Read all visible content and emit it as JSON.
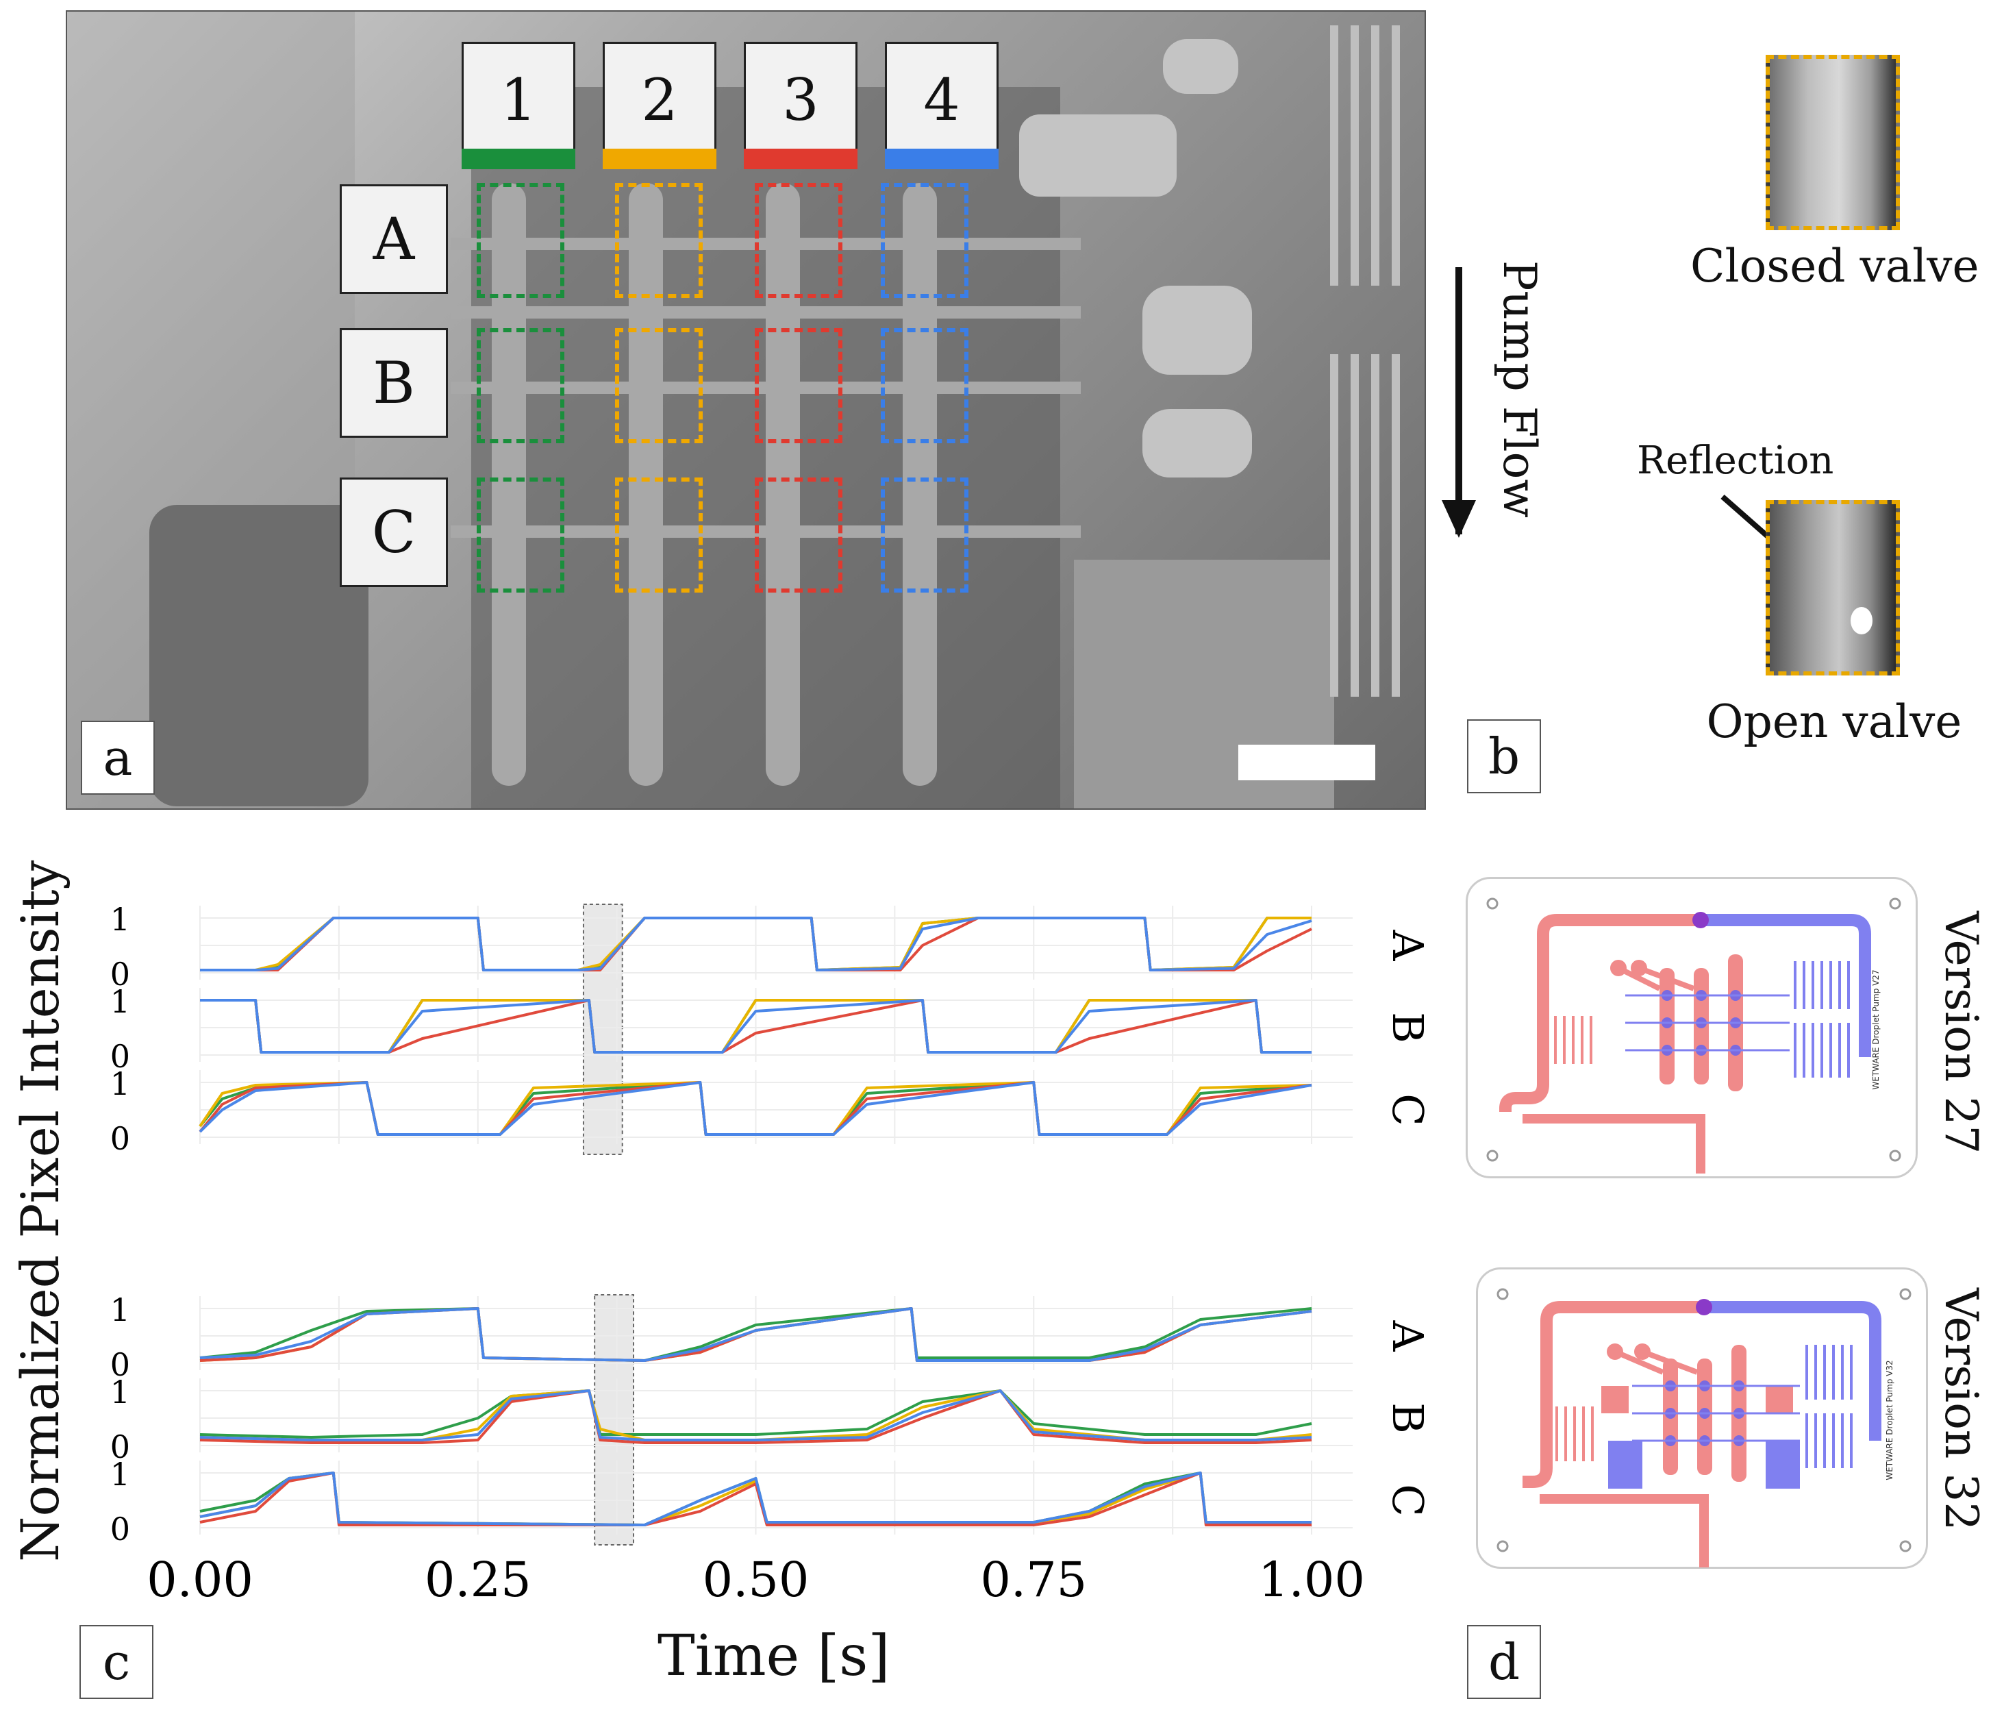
{
  "panel_a": {
    "tag": "a",
    "columns": [
      "1",
      "2",
      "3",
      "4"
    ],
    "column_colors": [
      "#1a8f3c",
      "#f0a800",
      "#e03a2f",
      "#3a7ee8"
    ],
    "rows": [
      "A",
      "B",
      "C"
    ]
  },
  "panel_b": {
    "tag": "b",
    "pump_flow": "Pump Flow",
    "closed_valve": "Closed valve",
    "reflection": "Reflection",
    "open_valve": "Open valve"
  },
  "panel_c": {
    "tag": "c",
    "row_labels": [
      "A",
      "B",
      "C"
    ]
  },
  "panel_d": {
    "tag": "d",
    "version_top": "Version 27",
    "version_bottom": "Version 32",
    "chip_text_top": "WETWARE Droplet Pump V27",
    "chip_text_bottom": "WETWARE Droplet Pump V32"
  },
  "chart_data": {
    "type": "line",
    "ylabel": "Normalized Pixel Intensity",
    "xlabel": "Time [s]",
    "xlim": [
      0.0,
      1.0
    ],
    "x_ticks": [
      "0.00",
      "0.25",
      "0.50",
      "0.75",
      "1.00"
    ],
    "y_ticks": [
      "0",
      "1"
    ],
    "series_names": [
      "1",
      "2",
      "3",
      "4"
    ],
    "series_colors": [
      "#2e9e4a",
      "#e8b400",
      "#e04a3c",
      "#4a86e8"
    ],
    "groups": [
      {
        "name": "Version 27",
        "highlight": [
          0.345,
          0.38
        ],
        "rows": [
          {
            "label": "A",
            "x": [
              0.0,
              0.05,
              0.07,
              0.12,
              0.25,
              0.255,
              0.3,
              0.34,
              0.36,
              0.4,
              0.55,
              0.555,
              0.63,
              0.65,
              0.7,
              0.85,
              0.855,
              0.93,
              0.96,
              1.0
            ],
            "values": [
              [
                0.05,
                0.05,
                0.1,
                1,
                1,
                0.05,
                0.05,
                0.05,
                0.1,
                1,
                1,
                0.05,
                0.1,
                0.9,
                1,
                1,
                0.05,
                0.1,
                1,
                1
              ],
              [
                0.05,
                0.05,
                0.15,
                1,
                1,
                0.05,
                0.05,
                0.05,
                0.15,
                1,
                1,
                0.05,
                0.1,
                0.9,
                1,
                1,
                0.05,
                0.1,
                1,
                1
              ],
              [
                0.05,
                0.05,
                0.05,
                1,
                1,
                0.05,
                0.05,
                0.05,
                0.05,
                1,
                1,
                0.05,
                0.05,
                0.5,
                1,
                1,
                0.05,
                0.05,
                0.4,
                0.8
              ],
              [
                0.05,
                0.05,
                0.08,
                1,
                1,
                0.05,
                0.05,
                0.05,
                0.08,
                1,
                1,
                0.05,
                0.08,
                0.8,
                1,
                1,
                0.05,
                0.08,
                0.7,
                0.95
              ]
            ]
          },
          {
            "label": "B",
            "x": [
              0.0,
              0.05,
              0.055,
              0.17,
              0.2,
              0.35,
              0.355,
              0.47,
              0.5,
              0.65,
              0.655,
              0.77,
              0.8,
              0.95,
              0.955,
              1.0
            ],
            "values": [
              [
                1,
                1,
                0.05,
                0.05,
                1,
                1,
                0.05,
                0.05,
                1,
                1,
                0.05,
                0.05,
                1,
                1,
                0.05,
                0.05
              ],
              [
                1,
                1,
                0.05,
                0.05,
                1,
                1,
                0.05,
                0.05,
                1,
                1,
                0.05,
                0.05,
                1,
                1,
                0.05,
                0.05
              ],
              [
                1,
                1,
                0.05,
                0.05,
                0.3,
                1,
                0.05,
                0.05,
                0.4,
                1,
                0.05,
                0.05,
                0.3,
                1,
                0.05,
                0.05
              ],
              [
                1,
                1,
                0.05,
                0.05,
                0.8,
                1,
                0.05,
                0.05,
                0.8,
                1,
                0.05,
                0.05,
                0.8,
                1,
                0.05,
                0.05
              ]
            ]
          },
          {
            "label": "C",
            "x": [
              0.0,
              0.02,
              0.05,
              0.15,
              0.16,
              0.27,
              0.3,
              0.45,
              0.455,
              0.57,
              0.6,
              0.75,
              0.755,
              0.87,
              0.9,
              1.0
            ],
            "values": [
              [
                0.2,
                0.7,
                0.9,
                1,
                0.05,
                0.05,
                0.8,
                1,
                0.05,
                0.05,
                0.8,
                1,
                0.05,
                0.05,
                0.8,
                0.95
              ],
              [
                0.2,
                0.8,
                0.95,
                1,
                0.05,
                0.05,
                0.9,
                1,
                0.05,
                0.05,
                0.9,
                1,
                0.05,
                0.05,
                0.9,
                0.95
              ],
              [
                0.1,
                0.6,
                0.9,
                1,
                0.05,
                0.05,
                0.7,
                1,
                0.05,
                0.05,
                0.7,
                1,
                0.05,
                0.05,
                0.7,
                0.95
              ],
              [
                0.1,
                0.5,
                0.85,
                1,
                0.05,
                0.05,
                0.6,
                1,
                0.05,
                0.05,
                0.6,
                1,
                0.05,
                0.05,
                0.6,
                0.95
              ]
            ]
          }
        ]
      },
      {
        "name": "Version 32",
        "highlight": [
          0.355,
          0.39
        ],
        "rows": [
          {
            "label": "A",
            "x": [
              0.0,
              0.05,
              0.1,
              0.15,
              0.25,
              0.255,
              0.4,
              0.45,
              0.5,
              0.64,
              0.645,
              0.8,
              0.85,
              0.9,
              1.0
            ],
            "values": [
              [
                0.1,
                0.2,
                0.6,
                0.95,
                1,
                0.1,
                0.05,
                0.3,
                0.7,
                1,
                0.1,
                0.1,
                0.3,
                0.8,
                1
              ],
              [
                0.05,
                0.1,
                0.3,
                0.9,
                1,
                0.1,
                0.05,
                0.2,
                0.6,
                1,
                0.05,
                0.05,
                0.2,
                0.7,
                0.95
              ],
              [
                0.05,
                0.1,
                0.3,
                0.9,
                1,
                0.1,
                0.05,
                0.2,
                0.6,
                1,
                0.05,
                0.05,
                0.2,
                0.7,
                0.95
              ],
              [
                0.1,
                0.15,
                0.4,
                0.9,
                1,
                0.1,
                0.05,
                0.25,
                0.6,
                1,
                0.05,
                0.05,
                0.25,
                0.7,
                0.95
              ]
            ]
          },
          {
            "label": "B",
            "x": [
              0.0,
              0.1,
              0.2,
              0.25,
              0.28,
              0.35,
              0.36,
              0.4,
              0.5,
              0.6,
              0.65,
              0.72,
              0.75,
              0.85,
              0.95,
              1.0
            ],
            "values": [
              [
                0.2,
                0.15,
                0.2,
                0.5,
                0.9,
                1,
                0.2,
                0.2,
                0.2,
                0.3,
                0.8,
                1,
                0.4,
                0.2,
                0.2,
                0.4
              ],
              [
                0.15,
                0.1,
                0.1,
                0.3,
                0.9,
                1,
                0.3,
                0.1,
                0.1,
                0.2,
                0.7,
                1,
                0.3,
                0.1,
                0.1,
                0.2
              ],
              [
                0.1,
                0.05,
                0.05,
                0.1,
                0.8,
                1,
                0.1,
                0.05,
                0.05,
                0.1,
                0.5,
                1,
                0.2,
                0.05,
                0.05,
                0.1
              ],
              [
                0.15,
                0.1,
                0.1,
                0.2,
                0.85,
                1,
                0.15,
                0.1,
                0.1,
                0.15,
                0.6,
                1,
                0.25,
                0.1,
                0.1,
                0.15
              ]
            ]
          },
          {
            "label": "C",
            "x": [
              0.0,
              0.05,
              0.08,
              0.12,
              0.125,
              0.4,
              0.45,
              0.5,
              0.51,
              0.75,
              0.8,
              0.85,
              0.9,
              0.905,
              1.0
            ],
            "values": [
              [
                0.3,
                0.5,
                0.9,
                1,
                0.1,
                0.05,
                0.5,
                0.9,
                0.1,
                0.1,
                0.3,
                0.8,
                1,
                0.1,
                0.1
              ],
              [
                0.2,
                0.4,
                0.9,
                1,
                0.1,
                0.05,
                0.4,
                0.85,
                0.1,
                0.1,
                0.25,
                0.7,
                1,
                0.1,
                0.1
              ],
              [
                0.1,
                0.3,
                0.85,
                1,
                0.05,
                0.05,
                0.3,
                0.8,
                0.05,
                0.05,
                0.2,
                0.6,
                1,
                0.05,
                0.05
              ],
              [
                0.2,
                0.4,
                0.9,
                1,
                0.1,
                0.05,
                0.5,
                0.9,
                0.1,
                0.1,
                0.3,
                0.75,
                1,
                0.1,
                0.1
              ]
            ]
          }
        ]
      }
    ]
  }
}
